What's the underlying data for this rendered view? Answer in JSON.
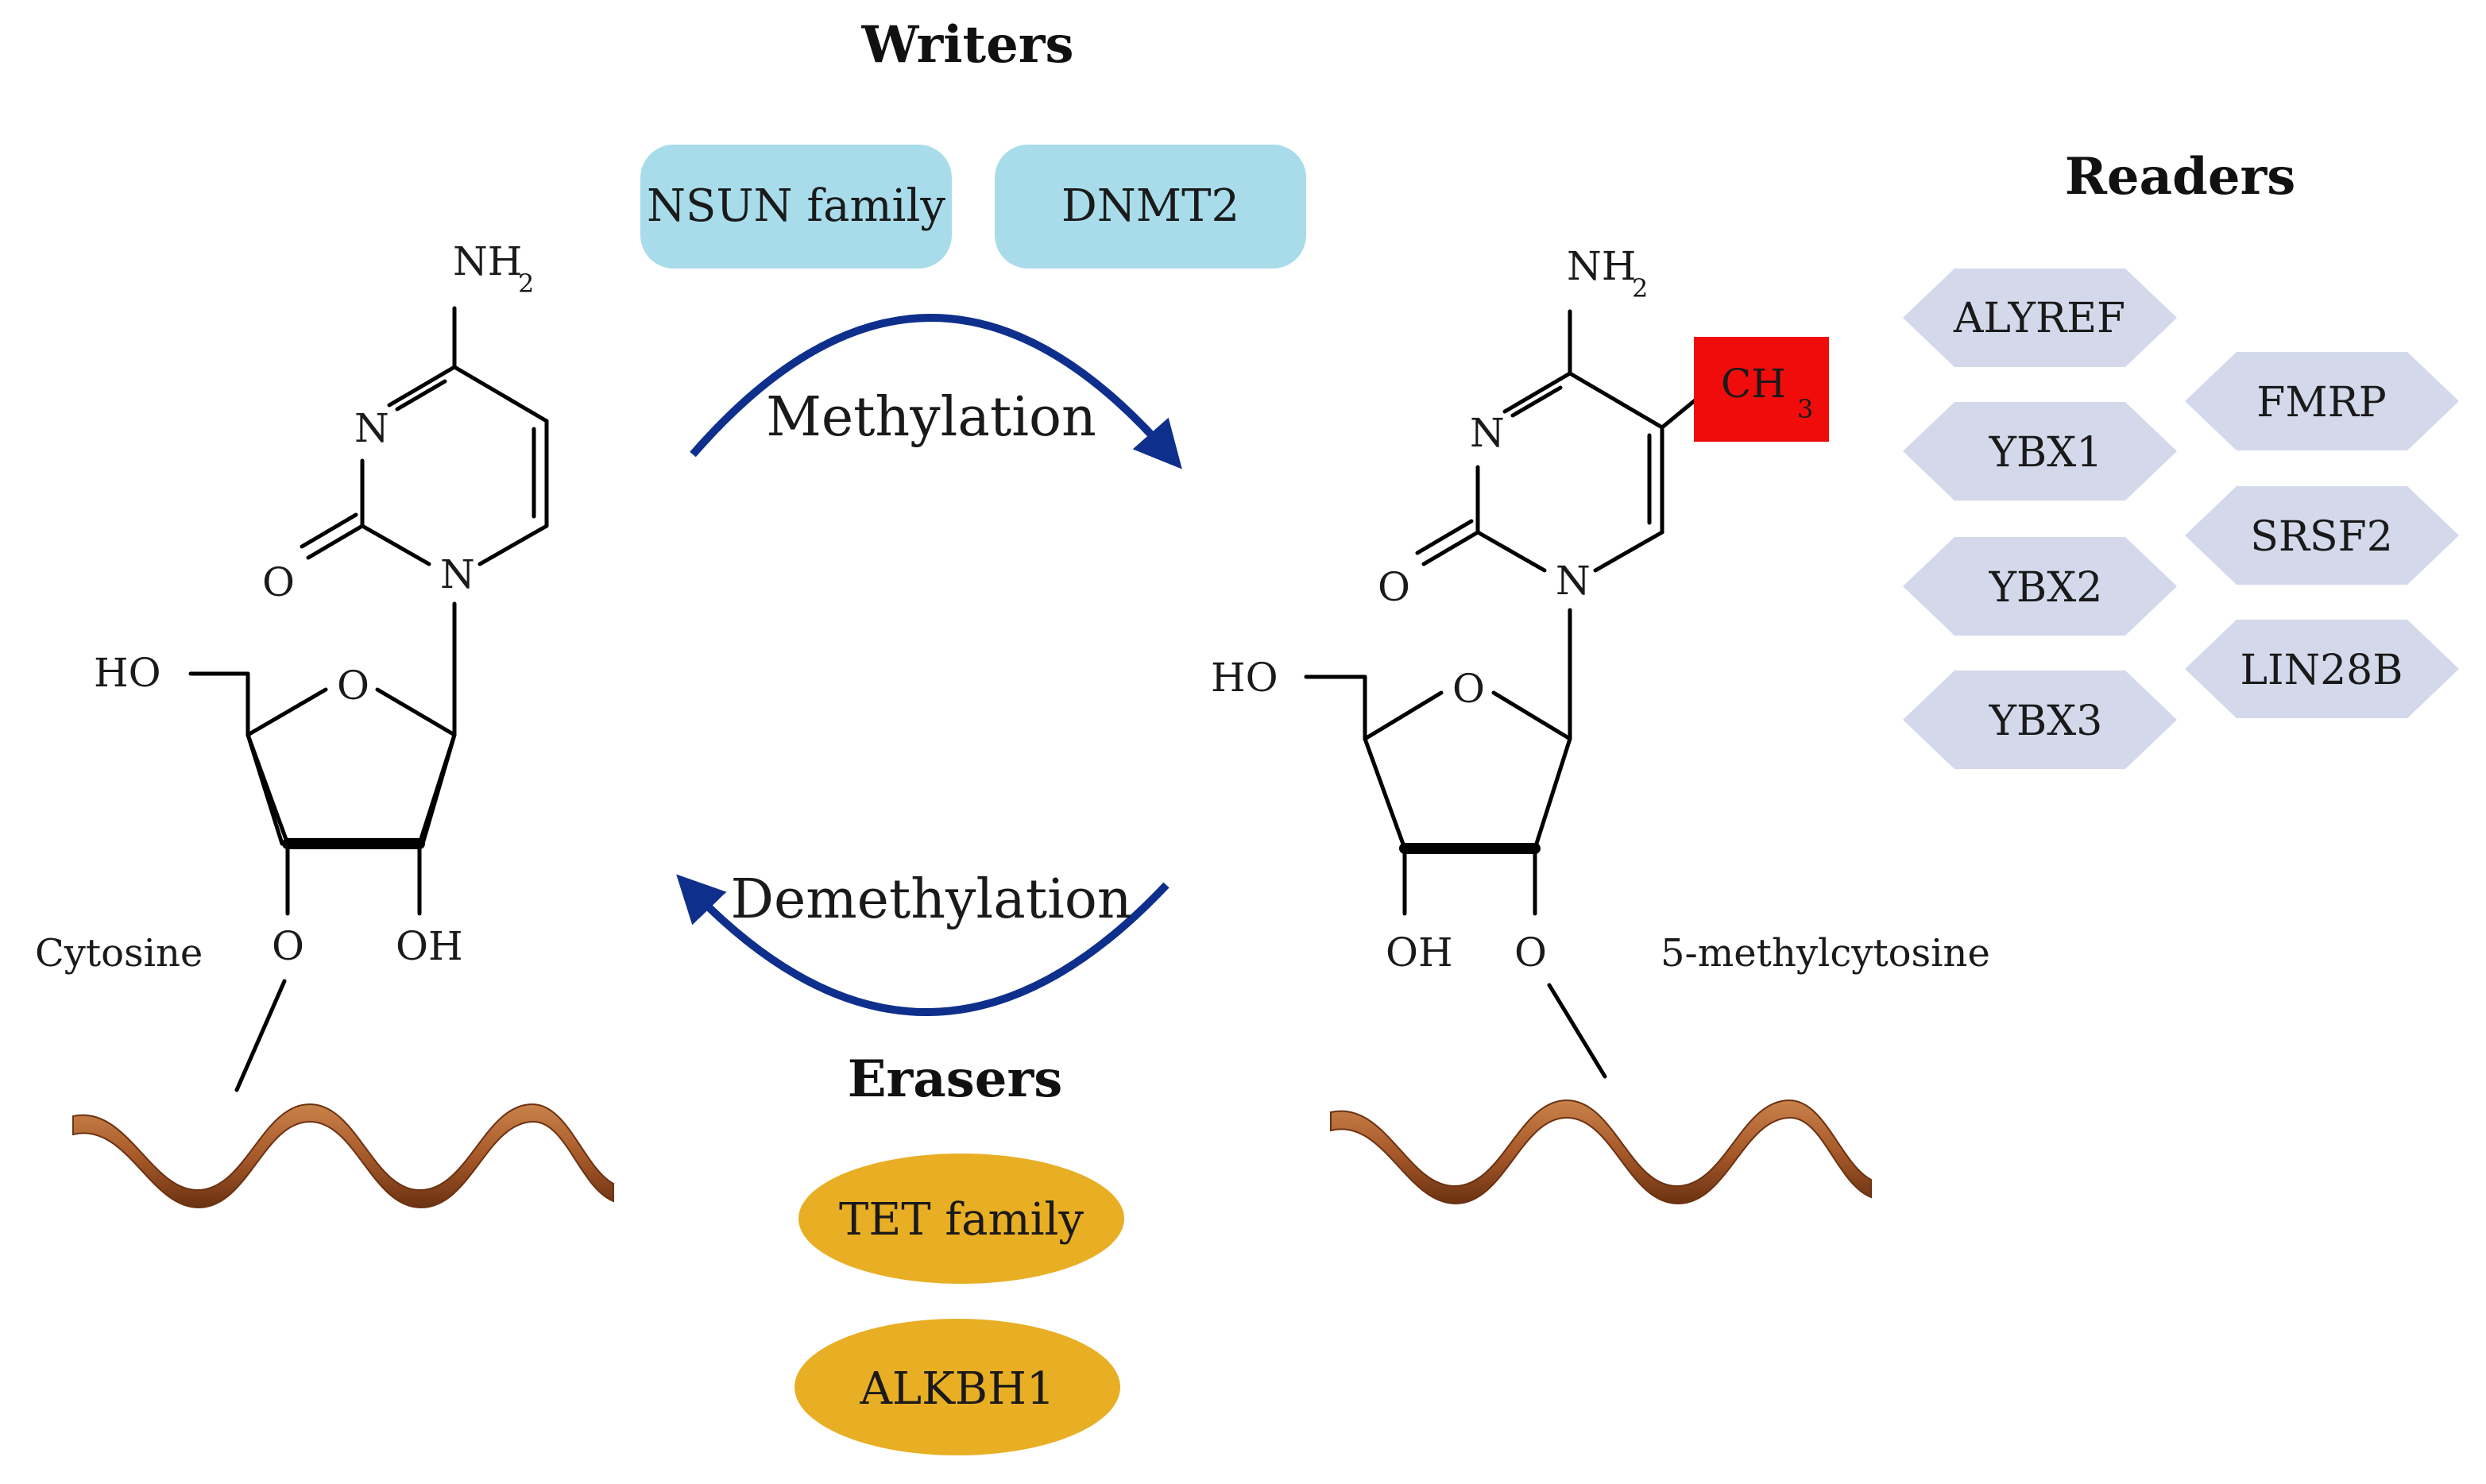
{
  "headings": {
    "writers": "Writers",
    "readers": "Readers",
    "erasers": "Erasers"
  },
  "writers": [
    "NSUN family",
    "DNMT2"
  ],
  "erasers": [
    "TET family",
    "ALKBH1"
  ],
  "readers": {
    "left_column": [
      "ALYREF",
      "YBX1",
      "YBX2",
      "YBX3"
    ],
    "right_column": [
      "FMRP",
      "SRSF2",
      "LIN28B"
    ]
  },
  "arrows": {
    "forward": "Methylation",
    "reverse": "Demethylation"
  },
  "molecules": {
    "left": {
      "name": "Cytosine",
      "atoms": {
        "amine": "NH",
        "amine_sub": "2",
        "n3": "N",
        "n1": "N",
        "carbonyl": "O",
        "ring_o": "O",
        "ho": "HO",
        "oh": "OH",
        "linker_o": "O"
      }
    },
    "right": {
      "name": "5-methylcytosine",
      "atoms": {
        "amine": "NH",
        "amine_sub": "2",
        "n3": "N",
        "n1": "N",
        "carbonyl": "O",
        "ring_o": "O",
        "ho": "HO",
        "oh": "OH",
        "linker_o": "O"
      },
      "methyl": {
        "text": "CH",
        "sub": "3"
      }
    }
  },
  "colors": {
    "writer_fill": "#a8dcea",
    "eraser_fill": "#e8ae24",
    "reader_fill": "#d3d9ea",
    "arrow": "#0e2f8c",
    "methyl_highlight": "#f10c0c",
    "rna_strand": "#a85a2a"
  }
}
